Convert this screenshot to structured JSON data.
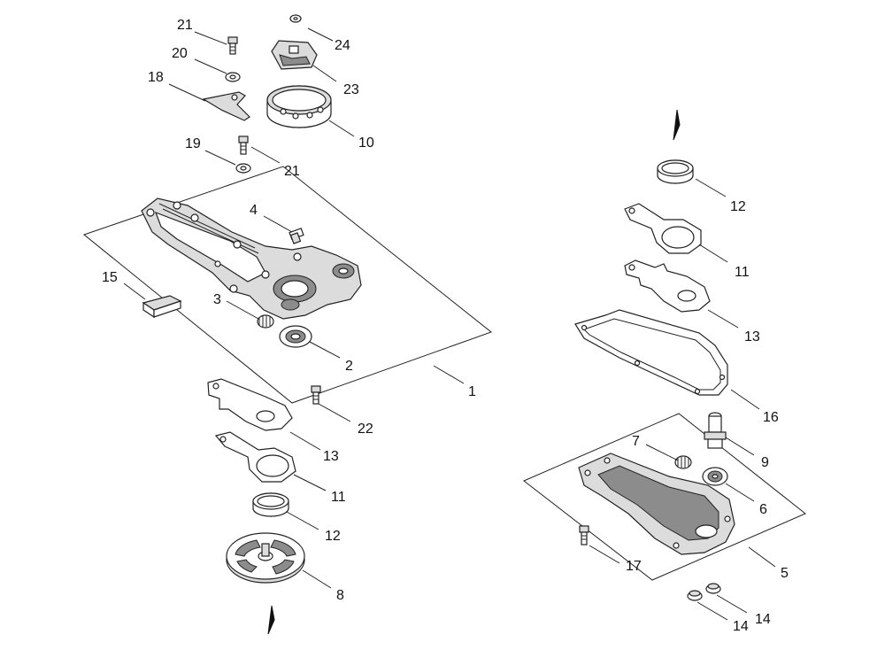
{
  "callouts": [
    {
      "id": "c21a",
      "text": "21"
    },
    {
      "id": "c24",
      "text": "24"
    },
    {
      "id": "c20",
      "text": "20"
    },
    {
      "id": "c18",
      "text": "18"
    },
    {
      "id": "c23",
      "text": "23"
    },
    {
      "id": "c10",
      "text": "10"
    },
    {
      "id": "c19",
      "text": "19"
    },
    {
      "id": "c21b",
      "text": "21"
    },
    {
      "id": "c4",
      "text": "4"
    },
    {
      "id": "c15",
      "text": "15"
    },
    {
      "id": "c3",
      "text": "3"
    },
    {
      "id": "c2",
      "text": "2"
    },
    {
      "id": "c1",
      "text": "1"
    },
    {
      "id": "c22",
      "text": "22"
    },
    {
      "id": "c13a",
      "text": "13"
    },
    {
      "id": "c11a",
      "text": "11"
    },
    {
      "id": "c12a",
      "text": "12"
    },
    {
      "id": "c8",
      "text": "8"
    },
    {
      "id": "c12b",
      "text": "12"
    },
    {
      "id": "c11b",
      "text": "11"
    },
    {
      "id": "c13b",
      "text": "13"
    },
    {
      "id": "c16",
      "text": "16"
    },
    {
      "id": "c7",
      "text": "7"
    },
    {
      "id": "c9",
      "text": "9"
    },
    {
      "id": "c6",
      "text": "6"
    },
    {
      "id": "c5",
      "text": "5"
    },
    {
      "id": "c17",
      "text": "17"
    },
    {
      "id": "c14a",
      "text": "14"
    },
    {
      "id": "c14b",
      "text": "14"
    }
  ]
}
